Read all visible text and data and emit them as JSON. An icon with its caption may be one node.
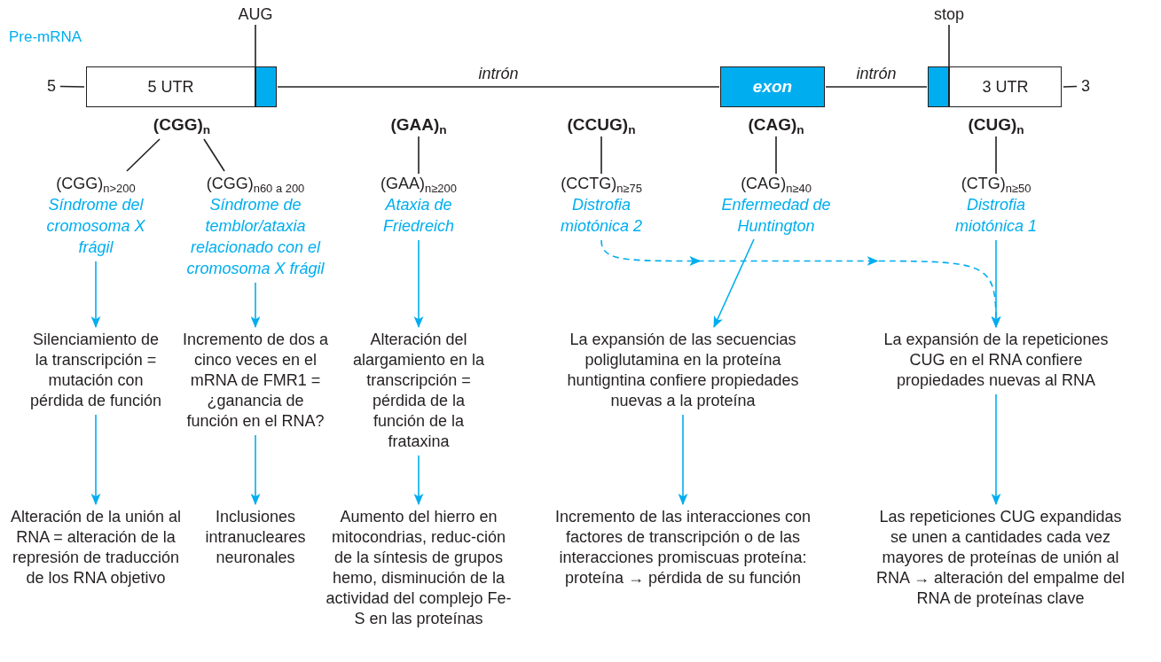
{
  "diagram": {
    "nodes": [
      {
        "text": [
          "5"
        ]
      },
      {
        "text": [
          "5 UTR"
        ]
      },
      {
        "text": [],
        "shape": "box"
      },
      {
        "text": [
          "exon"
        ]
      },
      {
        "text": [],
        "shape": "box"
      },
      {
        "text": [
          "3 UTR"
        ]
      },
      {
        "text": [
          "3"
        ]
      },
      {
        "text": [
          "AUG"
        ]
      },
      {
        "text": [
          "stop"
        ]
      },
      {
        "text": [
          "(CGG)$_{n}$"
        ]
      },
      {
        "text": [
          "(GAA)$_{n}$"
        ]
      },
      {
        "text": [
          "(CCUG)$_{n}$"
        ]
      },
      {
        "text": [
          "(CAG)$_{n}$"
        ]
      },
      {
        "text": [
          "(CUG)$_{n}$"
        ]
      },
      {
        "text": [
          "(CGG)$_{n>200}$",
          "Síndrome del cromosoma X frágil"
        ]
      },
      {
        "text": [
          "(CGG)$_{n60 a 200}$",
          "Síndrome de temblor/ataxia relacionado con el cromosoma X frágil"
        ]
      },
      {
        "text": [
          "(GAA)$_{n≥200}$",
          "Ataxia de Friedreich"
        ]
      },
      {
        "text": [
          "(CCTG)$_{n≥75}$",
          "Distrofia miotónica 2"
        ]
      },
      {
        "text": [
          "(CAG)$_{n≥40}$",
          "Enfermedad de Huntington"
        ]
      },
      {
        "text": [
          "(CTG)$_{n≥50}$",
          "Distrofia miotónica 1"
        ]
      },
      {
        "text": [
          "Silenciamiento de la transcripción = mutación con pérdida de función"
        ]
      },
      {
        "text": [
          "Incremento de dos a cinco veces en el mRNA de FMR1 = ¿ganancia de función en el RNA?"
        ]
      },
      {
        "text": [
          "Alteración del alargamiento en la transcripción = pérdida de la función de la frataxina"
        ]
      },
      {
        "text": [
          "La expansión de las secuencias poliglutamina en la proteína huntigntina confiere propiedades nuevas a la proteína"
        ]
      },
      {
        "text": [
          "La expansión de la repeticiones CUG en el RNA confiere propiedades nuevas al RNA"
        ]
      },
      {
        "text": [
          "Alteración de la unión al RNA = alteración de la represión de traducción de los RNA objetivo"
        ]
      },
      {
        "text": [
          "Inclusiones intranucleares neuronales"
        ]
      },
      {
        "text": [
          "Aumento del hierro en mitocondrias, reduc-ción de la síntesis de grupos hemo, disminución de la actividad del complejo Fe-S en las proteínas"
        ]
      },
      {
        "text": [
          "Incremento de las interacciones con factores de transcripción o de las interacciones promiscuas proteína: proteína → pérdida de su función"
        ]
      },
      {
        "text": [
          "Las repeticiones CUG expandidas se unen a cantidades cada vez mayores de proteínas de unión al RNA → alteración del empalme del RNA de proteínas clave"
        ]
      }
    ],
    "edges": [
      {
        "from": 0,
        "to": 1,
        "arrow": "none"
      },
      {
        "from": 2,
        "to": 3,
        "arrow": "none",
        "label": "intrón"
      },
      {
        "from": 3,
        "to": 4,
        "arrow": "none",
        "label": "intrón"
      },
      {
        "from": 5,
        "to": 6,
        "arrow": "none"
      },
      {
        "from": 7,
        "to": 2,
        "arrow": "none"
      },
      {
        "from": 8,
        "to": 4,
        "arrow": "none"
      },
      {
        "from": 9,
        "to": 14,
        "arrow": "none"
      },
      {
        "from": 9,
        "to": 15,
        "arrow": "none"
      },
      {
        "from": 10,
        "to": 16,
        "arrow": "none"
      },
      {
        "from": 11,
        "to": 17,
        "arrow": "none"
      },
      {
        "from": 12,
        "to": 18,
        "arrow": "none"
      },
      {
        "from": 13,
        "to": 19,
        "arrow": "none"
      },
      {
        "from": 14,
        "to": 20,
        "arrow": "to",
        "color": "#00aeef"
      },
      {
        "from": 15,
        "to": 21,
        "arrow": "to",
        "color": "#00aeef"
      },
      {
        "from": 16,
        "to": 22,
        "arrow": "to",
        "color": "#00aeef"
      },
      {
        "from": 17,
        "to": 24,
        "arrow": "to",
        "style": "dashed",
        "color": "#00aeef"
      },
      {
        "from": 18,
        "to": 23,
        "arrow": "to",
        "color": "#00aeef"
      },
      {
        "from": 19,
        "to": 24,
        "arrow": "to",
        "color": "#00aeef"
      },
      {
        "from": 20,
        "to": 25,
        "arrow": "to",
        "color": "#00aeef"
      },
      {
        "from": 21,
        "to": 26,
        "arrow": "to",
        "color": "#00aeef"
      },
      {
        "from": 22,
        "to": 27,
        "arrow": "to",
        "color": "#00aeef"
      },
      {
        "from": 23,
        "to": 28,
        "arrow": "to",
        "color": "#00aeef"
      },
      {
        "from": 24,
        "to": 29,
        "arrow": "to",
        "color": "#00aeef"
      }
    ],
    "labels": [
      "Pre-mRNA"
    ]
  }
}
